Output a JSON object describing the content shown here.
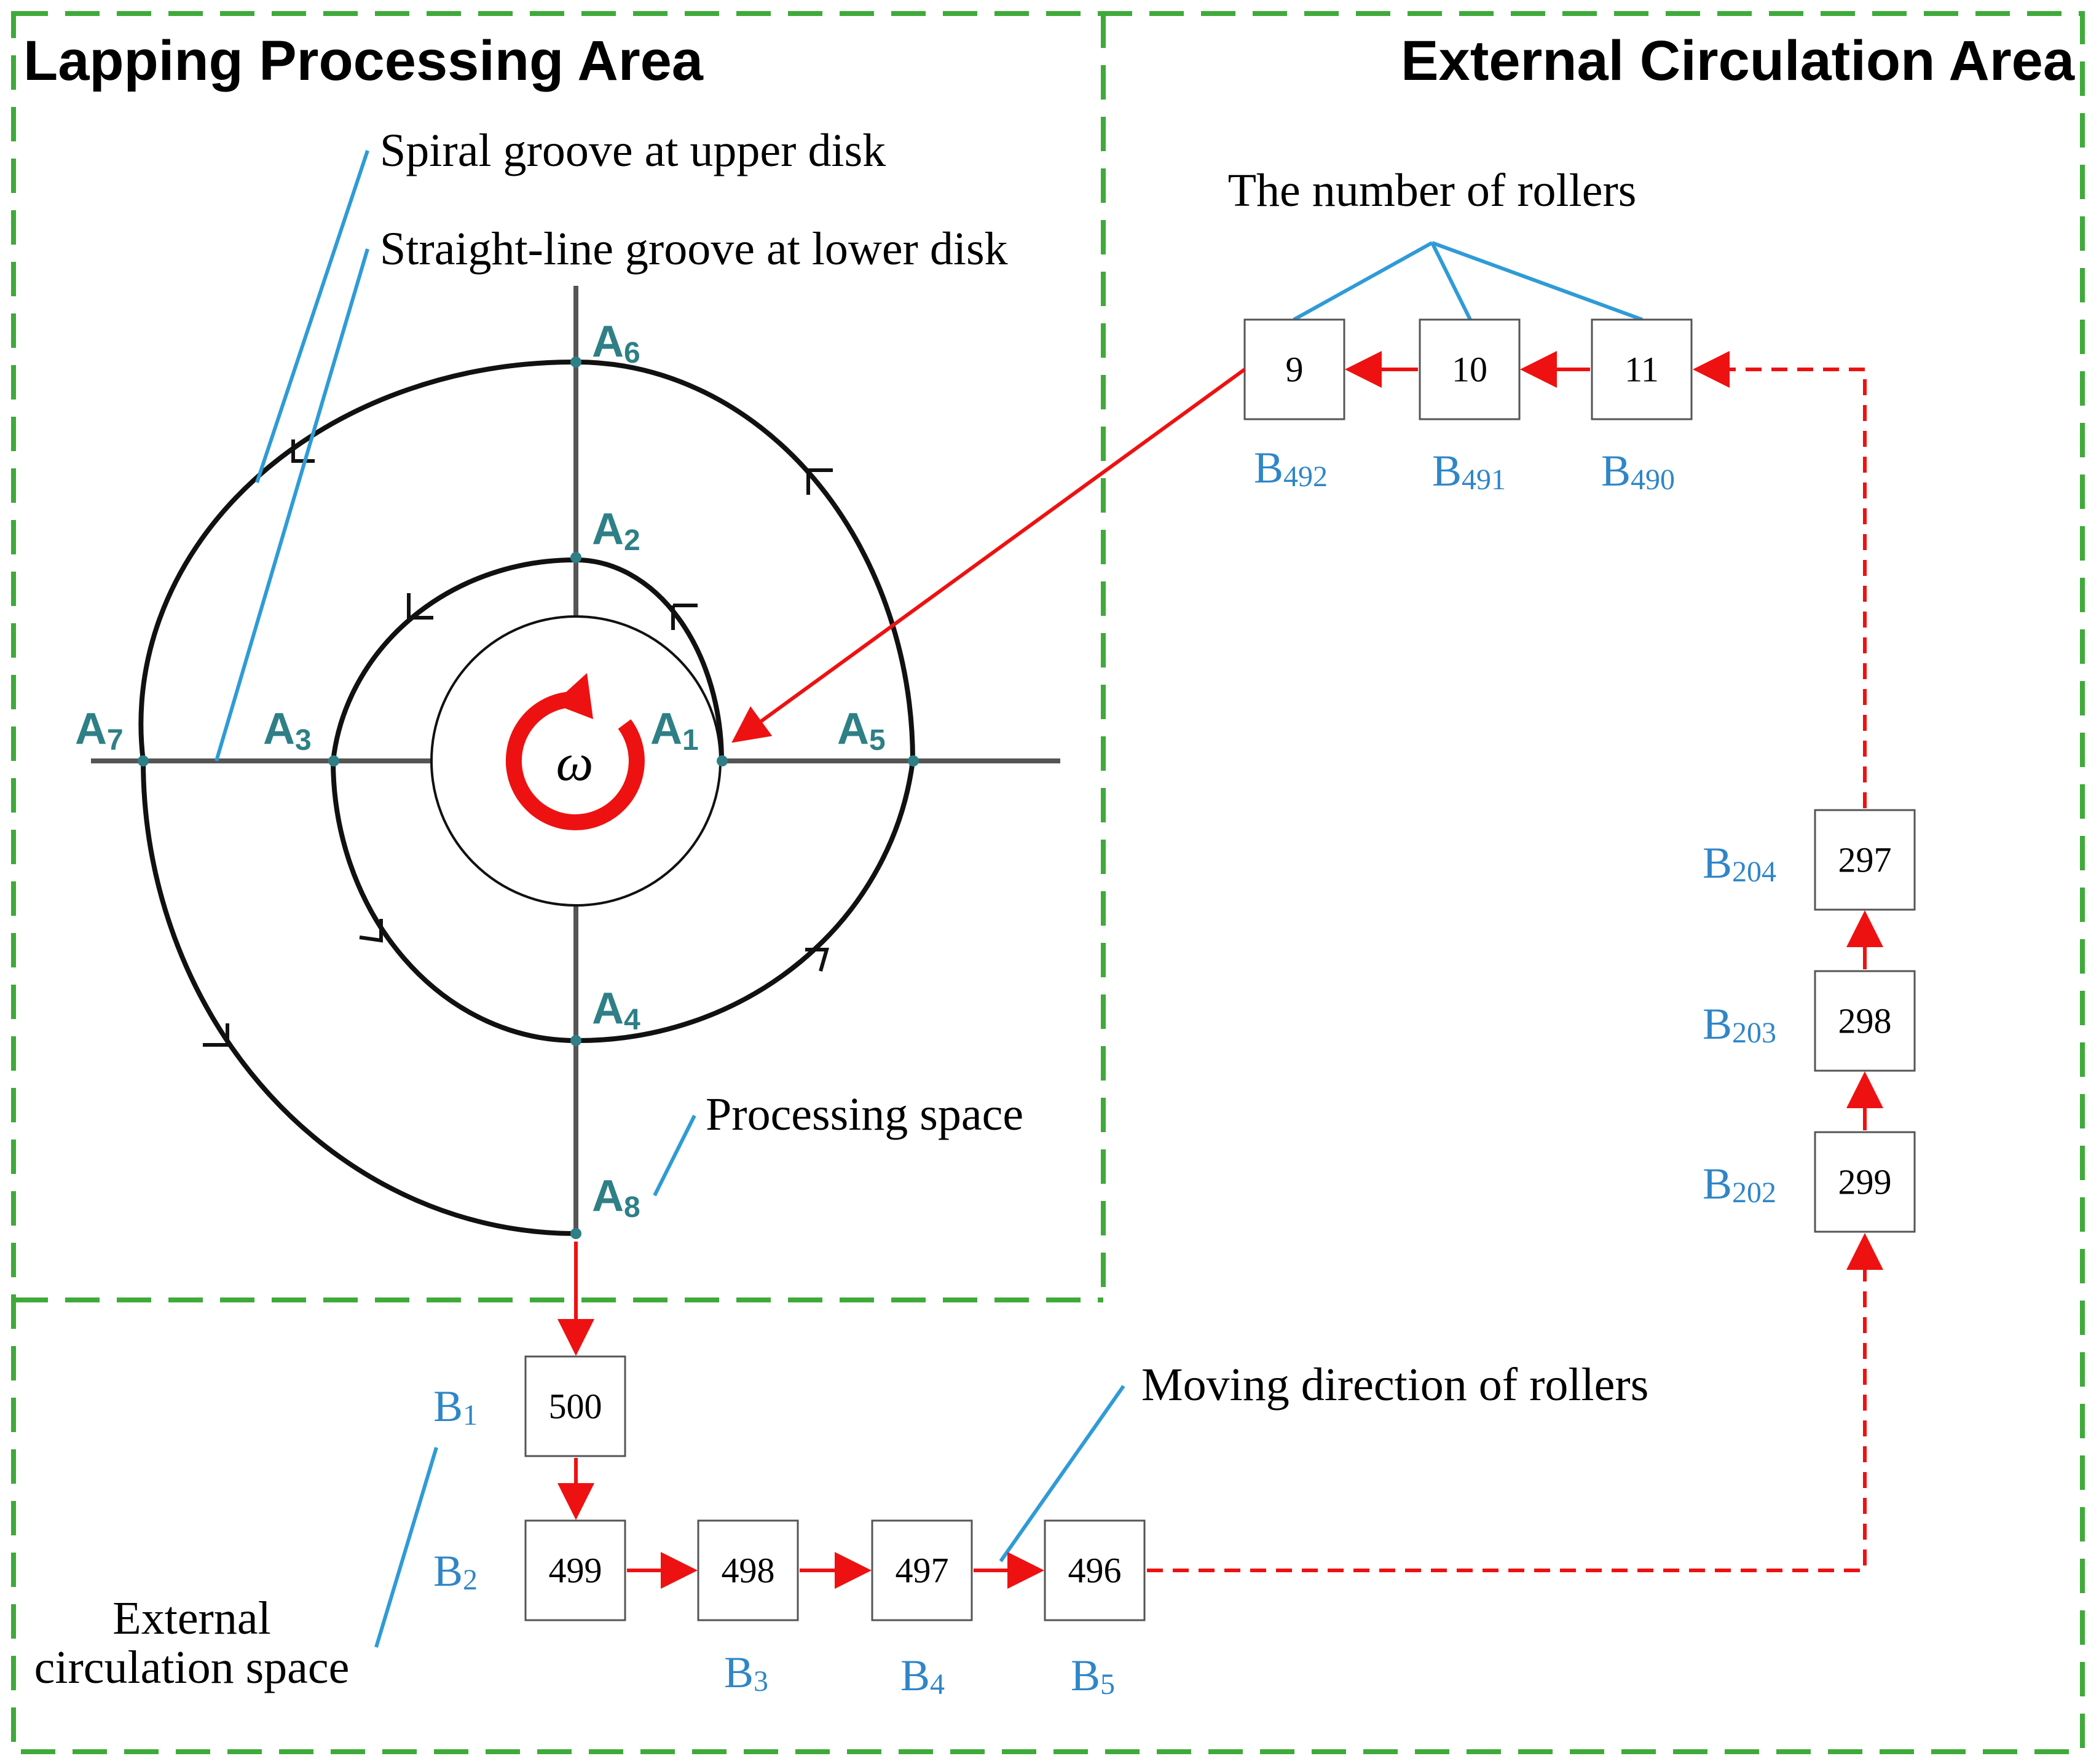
{
  "areas": {
    "lapping_title": "Lapping Processing Area",
    "external_title": "External Circulation Area"
  },
  "annotations": {
    "spiral_groove": "Spiral groove at upper disk",
    "straight_groove": "Straight-line groove at  lower disk",
    "number_of_rollers": "The number of rollers",
    "processing_space": "Processing space",
    "moving_direction": "Moving direction of rollers",
    "external_space_line1": "External",
    "external_space_line2": "circulation space"
  },
  "center_symbol": "ω",
  "points": [
    {
      "id": "A1",
      "letter": "A",
      "sub": "1"
    },
    {
      "id": "A2",
      "letter": "A",
      "sub": "2"
    },
    {
      "id": "A3",
      "letter": "A",
      "sub": "3"
    },
    {
      "id": "A4",
      "letter": "A",
      "sub": "4"
    },
    {
      "id": "A5",
      "letter": "A",
      "sub": "5"
    },
    {
      "id": "A6",
      "letter": "A",
      "sub": "6"
    },
    {
      "id": "A7",
      "letter": "A",
      "sub": "7"
    },
    {
      "id": "A8",
      "letter": "A",
      "sub": "8"
    }
  ],
  "rollers": [
    {
      "id": "B1",
      "letter": "B",
      "sub": "1",
      "count": "500"
    },
    {
      "id": "B2",
      "letter": "B",
      "sub": "2",
      "count": "499"
    },
    {
      "id": "B3",
      "letter": "B",
      "sub": "3",
      "count": "498"
    },
    {
      "id": "B4",
      "letter": "B",
      "sub": "4",
      "count": "497"
    },
    {
      "id": "B5",
      "letter": "B",
      "sub": "5",
      "count": "496"
    },
    {
      "id": "B202",
      "letter": "B",
      "sub": "202",
      "count": "299"
    },
    {
      "id": "B203",
      "letter": "B",
      "sub": "203",
      "count": "298"
    },
    {
      "id": "B204",
      "letter": "B",
      "sub": "204",
      "count": "297"
    },
    {
      "id": "B490",
      "letter": "B",
      "sub": "490",
      "count": "11"
    },
    {
      "id": "B491",
      "letter": "B",
      "sub": "491",
      "count": "10"
    },
    {
      "id": "B492",
      "letter": "B",
      "sub": "492",
      "count": "9"
    }
  ],
  "colors": {
    "region_border": "#3faa3a",
    "flow_arrow": "#ee1111",
    "leader_line": "#2f9bd6",
    "point_label": "#2e7f86",
    "roller_label": "#2f86c7",
    "groove_line": "#111111",
    "axis_line": "#555555"
  }
}
